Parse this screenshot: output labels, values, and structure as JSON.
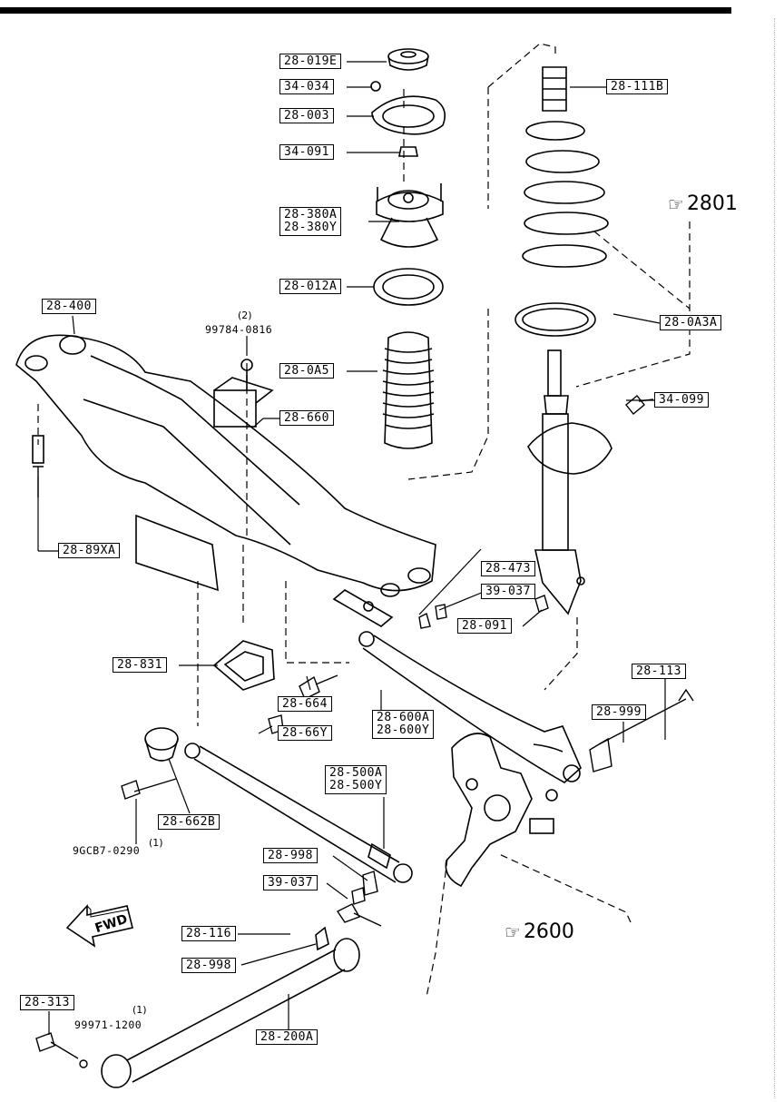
{
  "parts": {
    "p_28_019E": "28-019E",
    "p_34_034": "34-034",
    "p_28_003": "28-003",
    "p_34_091": "34-091",
    "p_28_380A": "28-380A",
    "p_28_380Y": "28-380Y",
    "p_28_012A": "28-012A",
    "p_28_400": "28-400",
    "p_99784": "99784-0816",
    "q_99784": "(2)",
    "p_28_0A5": "28-0A5",
    "p_28_660": "28-660",
    "p_28_89XA": "28-89XA",
    "p_28_111B": "28-111B",
    "p_28_0A3A": "28-0A3A",
    "p_34_099": "34-099",
    "p_28_473": "28-473",
    "p_39_037a": "39-037",
    "p_28_091": "28-091",
    "p_28_831": "28-831",
    "p_28_664": "28-664",
    "p_28_66Y": "28-66Y",
    "p_28_600A": "28-600A",
    "p_28_600Y": "28-600Y",
    "p_28_113": "28-113",
    "p_28_999": "28-999",
    "p_28_500A": "28-500A",
    "p_28_500Y": "28-500Y",
    "p_28_662B": "28-662B",
    "p_9GCB7": "9GCB7-0290",
    "q_9GCB7": "(1)",
    "p_28_998a": "28-998",
    "p_39_037b": "39-037",
    "p_28_116": "28-116",
    "p_28_998b": "28-998",
    "p_28_313": "28-313",
    "p_99971": "99971-1200",
    "q_99971": "(1)",
    "p_28_200A": "28-200A"
  },
  "refs": {
    "r2801": "2801",
    "r2600": "2600"
  },
  "fwd": "FWD"
}
